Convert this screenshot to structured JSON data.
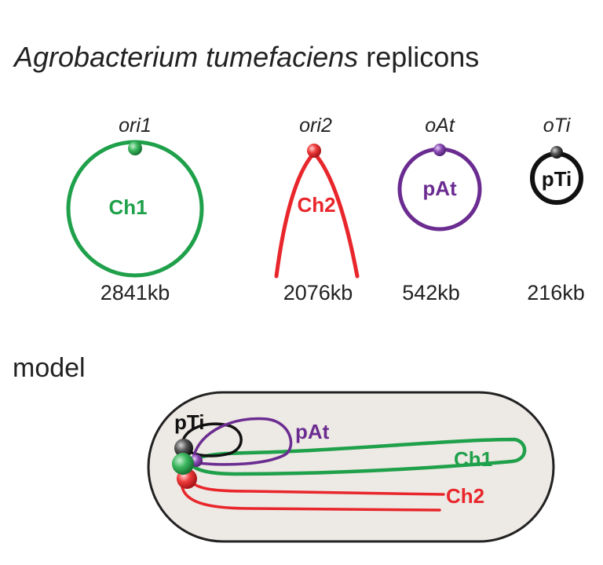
{
  "title": {
    "species": "Agrobacterium tumefaciens",
    "suffix": " replicons"
  },
  "colors": {
    "ch1": "#1fa04a",
    "ch2": "#e8262b",
    "pAt": "#6b2c91",
    "pTi": "#111111",
    "cell_fill": "#ede9e4",
    "cell_stroke": "#222222"
  },
  "replicons": [
    {
      "id": "ch1",
      "label": "Ch1",
      "origin": "ori1",
      "size": "2841kb",
      "shape": "circle"
    },
    {
      "id": "ch2",
      "label": "Ch2",
      "origin": "ori2",
      "size": "2076kb",
      "shape": "arc"
    },
    {
      "id": "pAt",
      "label": "pAt",
      "origin": "oAt",
      "size": "542kb",
      "shape": "circle"
    },
    {
      "id": "pTi",
      "label": "pTi",
      "origin": "oTi",
      "size": "216kb",
      "shape": "circle"
    }
  ],
  "model": {
    "heading": "model",
    "labels": {
      "pTi": "pTi",
      "pAt": "pAt",
      "ch1": "Ch1",
      "ch2": "Ch2"
    }
  }
}
